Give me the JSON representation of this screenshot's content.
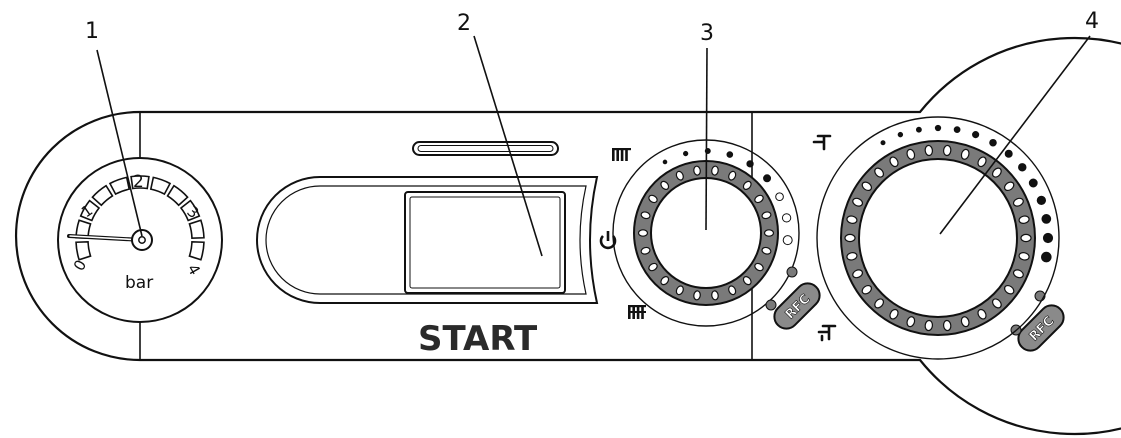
{
  "callouts": [
    {
      "label": "1"
    },
    {
      "label": "2"
    },
    {
      "label": "3"
    },
    {
      "label": "4"
    }
  ],
  "gauge": {
    "scale_labels": [
      "0",
      "1",
      "2",
      "3",
      "4"
    ],
    "unit": "bar"
  },
  "start_label": "START",
  "rfc_label": "RFC",
  "icons": {
    "radiator": "radiator-icon",
    "power": "power-icon",
    "radiator_max": "radiator-max-icon",
    "tap": "tap-icon",
    "tap_max": "tap-max-icon"
  },
  "colors": {
    "stroke": "#111111",
    "knob_fill": "#777777",
    "button_fill": "#8a8a8a"
  }
}
